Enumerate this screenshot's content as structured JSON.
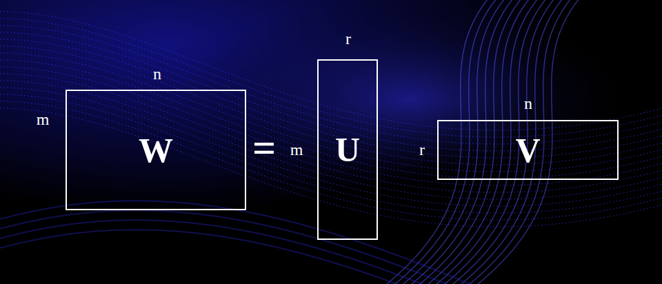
{
  "diagram": {
    "nodes": [
      {
        "text": [
          "W"
        ]
      },
      {
        "text": [
          "U"
        ]
      },
      {
        "text": [
          "V"
        ]
      }
    ],
    "labels": [
      "n",
      "m",
      "=",
      "m",
      "r",
      "r",
      "n"
    ]
  }
}
